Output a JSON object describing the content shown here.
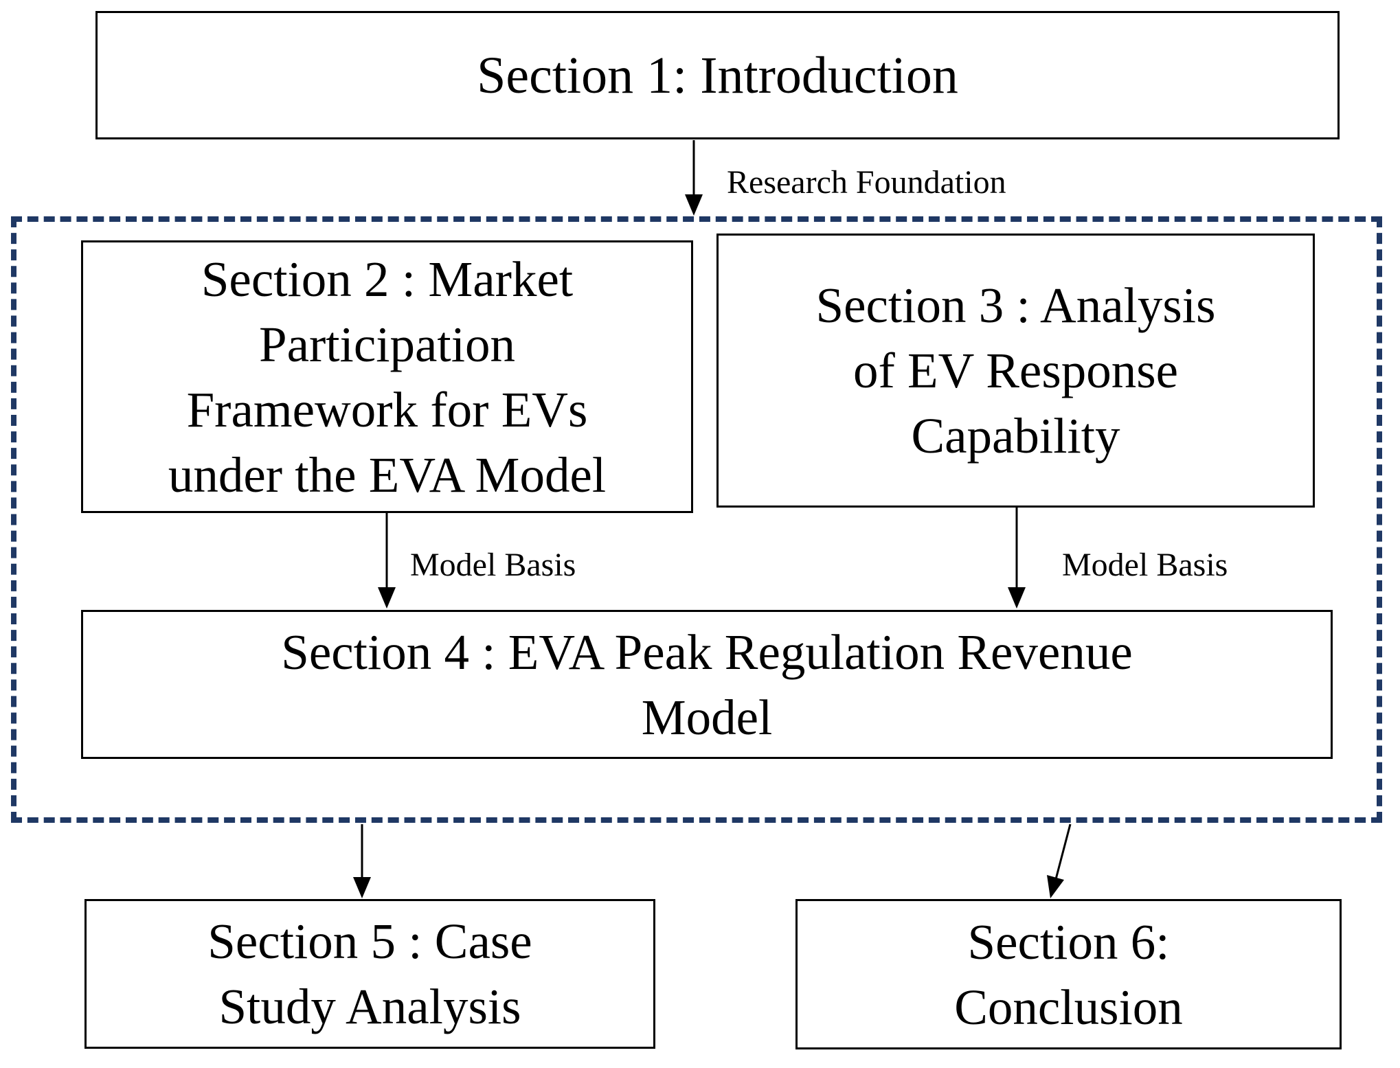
{
  "diagram": {
    "nodes": {
      "section1": {
        "label": "Section 1: Introduction"
      },
      "section2": {
        "lines": [
          "Section 2 : Market",
          "Participation",
          "Framework for EVs",
          "under the EVA Model"
        ]
      },
      "section3": {
        "lines": [
          "Section 3 : Analysis",
          "of EV Response",
          "Capability"
        ]
      },
      "section4": {
        "lines": [
          "Section 4 : EVA Peak Regulation Revenue",
          "Model"
        ]
      },
      "section5": {
        "lines": [
          "Section 5 : Case",
          "Study Analysis"
        ]
      },
      "section6": {
        "lines": [
          "Section 6:",
          "Conclusion"
        ]
      }
    },
    "edge_labels": {
      "research_foundation": "Research Foundation",
      "model_basis_left": "Model Basis",
      "model_basis_right": "Model Basis"
    },
    "colors": {
      "box_border": "#000000",
      "dashed_border": "#1f3864",
      "text": "#000000",
      "background": "#ffffff"
    }
  }
}
